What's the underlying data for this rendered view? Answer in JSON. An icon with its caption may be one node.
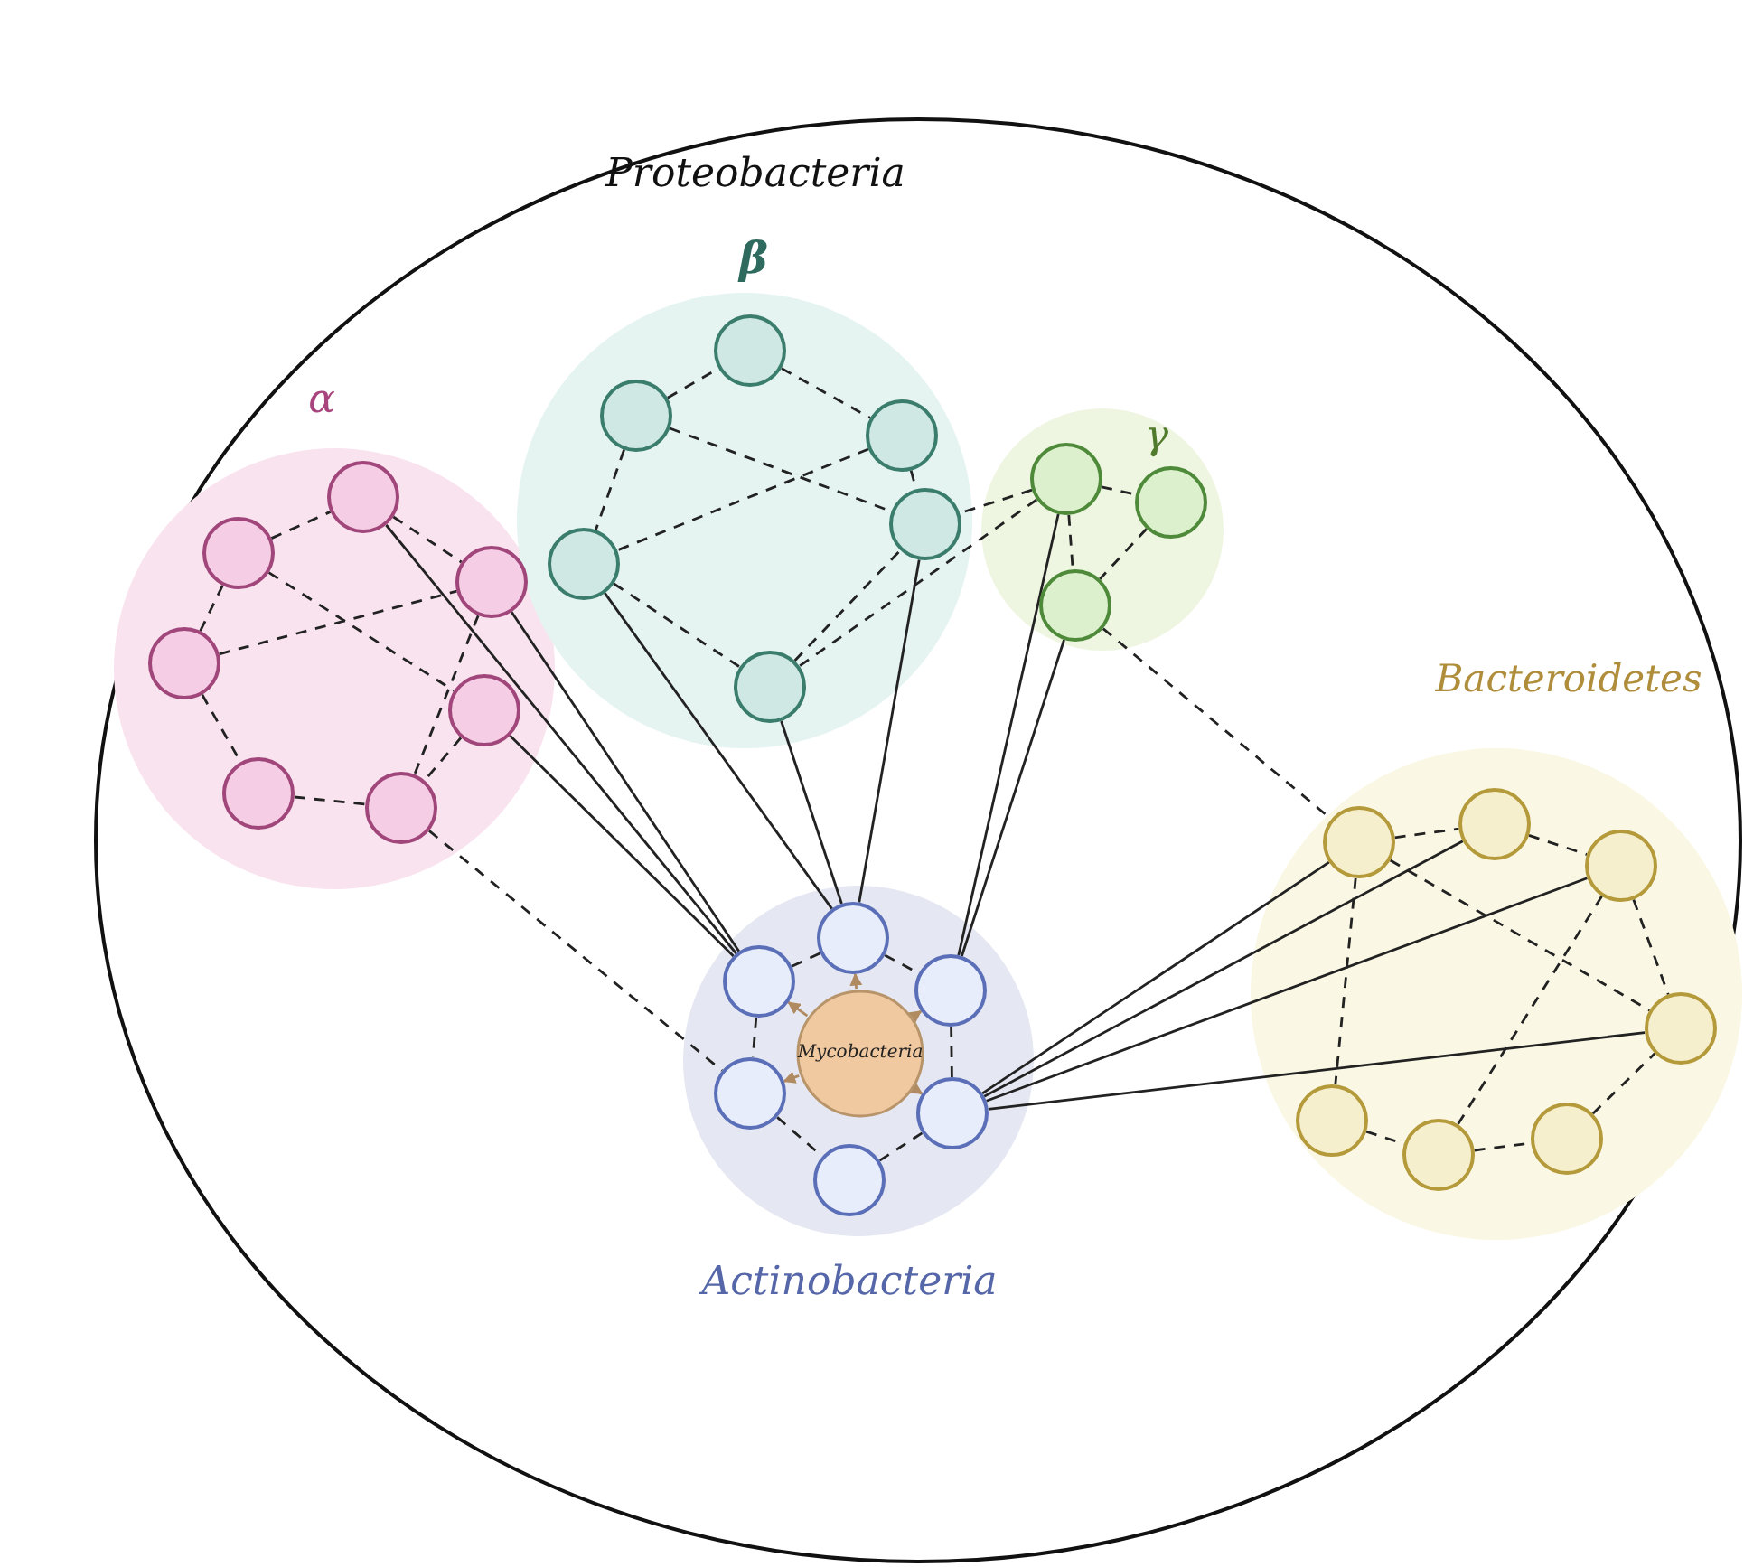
{
  "diagram": {
    "nodes": [
      {
        "text": [
          "Proteobacteria"
        ]
      },
      {
        "text": [
          "α"
        ],
        "in": 0
      },
      {
        "text": [],
        "shape": "circle",
        "in": 1
      },
      {
        "text": [],
        "shape": "circle",
        "in": 1
      },
      {
        "text": [],
        "shape": "circle",
        "in": 1
      },
      {
        "text": [],
        "shape": "circle",
        "in": 1
      },
      {
        "text": [],
        "shape": "circle",
        "in": 1
      },
      {
        "text": [],
        "shape": "circle",
        "in": 1
      },
      {
        "text": [],
        "shape": "circle",
        "in": 1
      },
      {
        "text": [
          "β"
        ],
        "in": 0
      },
      {
        "text": [],
        "shape": "circle",
        "in": 9
      },
      {
        "text": [],
        "shape": "circle",
        "in": 9
      },
      {
        "text": [],
        "shape": "circle",
        "in": 9
      },
      {
        "text": [],
        "shape": "circle",
        "in": 9
      },
      {
        "text": [],
        "shape": "circle",
        "in": 9
      },
      {
        "text": [],
        "shape": "circle",
        "in": 9
      },
      {
        "text": [
          "γ"
        ],
        "in": 0
      },
      {
        "text": [],
        "shape": "circle",
        "in": 16
      },
      {
        "text": [],
        "shape": "circle",
        "in": 16
      },
      {
        "text": [],
        "shape": "circle",
        "in": 16
      },
      {
        "text": [
          "Bacteroidetes"
        ],
        "in": 0
      },
      {
        "text": [],
        "shape": "circle",
        "in": 20
      },
      {
        "text": [],
        "shape": "circle",
        "in": 20
      },
      {
        "text": [],
        "shape": "circle",
        "in": 20
      },
      {
        "text": [],
        "shape": "circle",
        "in": 20
      },
      {
        "text": [],
        "shape": "circle",
        "in": 20
      },
      {
        "text": [],
        "shape": "circle",
        "in": 20
      },
      {
        "text": [],
        "shape": "circle",
        "in": 20
      },
      {
        "text": [
          "Actinobacteria"
        ],
        "in": 0
      },
      {
        "text": [
          "Mycobacteria"
        ],
        "in": 28
      },
      {
        "text": [],
        "shape": "circle",
        "in": 28
      },
      {
        "text": [],
        "shape": "circle",
        "in": 28
      },
      {
        "text": [],
        "shape": "circle",
        "in": 28
      },
      {
        "text": [],
        "shape": "circle",
        "in": 28
      },
      {
        "text": [],
        "shape": "circle",
        "in": 28
      },
      {
        "text": [],
        "shape": "circle",
        "in": 28
      }
    ],
    "edges": [
      {
        "from": 3,
        "to": 2,
        "arrow": "none",
        "style": "dashed"
      },
      {
        "from": 2,
        "to": 4,
        "arrow": "none",
        "style": "dashed"
      },
      {
        "from": 3,
        "to": 5,
        "arrow": "none",
        "style": "dashed"
      },
      {
        "from": 3,
        "to": 6,
        "arrow": "none",
        "style": "dashed"
      },
      {
        "from": 5,
        "to": 4,
        "arrow": "none",
        "style": "dashed"
      },
      {
        "from": 5,
        "to": 7,
        "arrow": "none",
        "style": "dashed"
      },
      {
        "from": 7,
        "to": 8,
        "arrow": "none",
        "style": "dashed"
      },
      {
        "from": 4,
        "to": 8,
        "arrow": "none",
        "style": "dashed"
      },
      {
        "from": 6,
        "to": 8,
        "arrow": "none",
        "style": "dashed"
      },
      {
        "from": 8,
        "to": 33,
        "arrow": "none",
        "style": "dashed"
      },
      {
        "from": 2,
        "to": 30,
        "arrow": "none"
      },
      {
        "from": 4,
        "to": 30,
        "arrow": "none"
      },
      {
        "from": 6,
        "to": 30,
        "arrow": "none"
      },
      {
        "from": 11,
        "to": 10,
        "arrow": "none",
        "style": "dashed"
      },
      {
        "from": 10,
        "to": 12,
        "arrow": "none",
        "style": "dashed"
      },
      {
        "from": 11,
        "to": 13,
        "arrow": "none",
        "style": "dashed"
      },
      {
        "from": 11,
        "to": 14,
        "arrow": "none",
        "style": "dashed"
      },
      {
        "from": 12,
        "to": 13,
        "arrow": "none",
        "style": "dashed"
      },
      {
        "from": 12,
        "to": 14,
        "arrow": "none",
        "style": "dashed"
      },
      {
        "from": 13,
        "to": 15,
        "arrow": "none",
        "style": "dashed"
      },
      {
        "from": 15,
        "to": 14,
        "arrow": "none",
        "style": "dashed"
      },
      {
        "from": 17,
        "to": 14,
        "arrow": "none",
        "style": "dashed"
      },
      {
        "from": 17,
        "to": 15,
        "arrow": "none",
        "style": "dashed"
      },
      {
        "from": 13,
        "to": 31,
        "arrow": "none"
      },
      {
        "from": 15,
        "to": 31,
        "arrow": "none"
      },
      {
        "from": 14,
        "to": 31,
        "arrow": "none"
      },
      {
        "from": 17,
        "to": 18,
        "arrow": "none",
        "style": "dashed"
      },
      {
        "from": 17,
        "to": 19,
        "arrow": "none",
        "style": "dashed"
      },
      {
        "from": 18,
        "to": 19,
        "arrow": "none",
        "style": "dashed"
      },
      {
        "from": 19,
        "to": 21,
        "arrow": "none",
        "style": "dashed"
      },
      {
        "from": 17,
        "to": 32,
        "arrow": "none"
      },
      {
        "from": 19,
        "to": 32,
        "arrow": "none"
      },
      {
        "from": 21,
        "to": 22,
        "arrow": "none",
        "style": "dashed"
      },
      {
        "from": 22,
        "to": 23,
        "arrow": "none",
        "style": "dashed"
      },
      {
        "from": 21,
        "to": 25,
        "arrow": "none",
        "style": "dashed"
      },
      {
        "from": 23,
        "to": 25,
        "arrow": "none",
        "style": "dashed"
      },
      {
        "from": 23,
        "to": 26,
        "arrow": "none",
        "style": "dashed"
      },
      {
        "from": 21,
        "to": 24,
        "arrow": "none",
        "style": "dashed"
      },
      {
        "from": 24,
        "to": 26,
        "arrow": "none",
        "style": "dashed"
      },
      {
        "from": 26,
        "to": 27,
        "arrow": "none",
        "style": "dashed"
      },
      {
        "from": 27,
        "to": 25,
        "arrow": "none",
        "style": "dashed"
      },
      {
        "from": 34,
        "to": 21,
        "arrow": "none"
      },
      {
        "from": 34,
        "to": 22,
        "arrow": "none"
      },
      {
        "from": 34,
        "to": 23,
        "arrow": "none"
      },
      {
        "from": 34,
        "to": 25,
        "arrow": "none"
      },
      {
        "from": 30,
        "to": 31,
        "arrow": "none",
        "style": "dashed"
      },
      {
        "from": 31,
        "to": 32,
        "arrow": "none",
        "style": "dashed"
      },
      {
        "from": 30,
        "to": 33,
        "arrow": "none",
        "style": "dashed"
      },
      {
        "from": 32,
        "to": 34,
        "arrow": "none",
        "style": "dashed"
      },
      {
        "from": 33,
        "to": 35,
        "arrow": "none",
        "style": "dashed"
      },
      {
        "from": 35,
        "to": 34,
        "arrow": "none",
        "style": "dashed"
      },
      {
        "from": 29,
        "to": 30,
        "arrow": "to",
        "color": "#b08a60"
      },
      {
        "from": 29,
        "to": 31,
        "arrow": "to",
        "color": "#b08a60"
      },
      {
        "from": 29,
        "to": 32,
        "arrow": "to",
        "color": "#b08a60"
      },
      {
        "from": 29,
        "to": 33,
        "arrow": "to",
        "color": "#b08a60"
      },
      {
        "from": 29,
        "to": 34,
        "arrow": "to",
        "color": "#b08a60"
      }
    ]
  }
}
